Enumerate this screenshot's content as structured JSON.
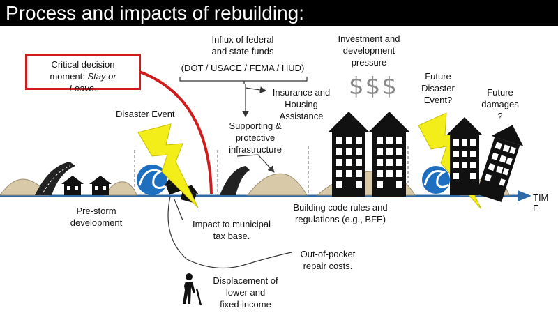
{
  "title": "Process and impacts of rebuilding:",
  "critical": {
    "line1": "Critical decision",
    "line2a": "moment: ",
    "line2b": "Stay or",
    "line3": "Leave."
  },
  "labels": {
    "disaster_event": "Disaster Event",
    "influx": [
      "Influx of federal",
      "and state funds"
    ],
    "agencies": "(DOT / USACE / FEMA / HUD)",
    "insurance": [
      "Insurance and",
      "Housing",
      "Assistance"
    ],
    "supporting": [
      "Supporting &",
      "protective",
      "infrastructure"
    ],
    "investment": [
      "Investment and",
      "development",
      "pressure"
    ],
    "dollars": "$$$",
    "future_disaster": [
      "Future",
      "Disaster",
      "Event?"
    ],
    "future_damages": [
      "Future",
      "damages",
      "?"
    ],
    "time": [
      "TIM",
      "E"
    ],
    "pre_storm": [
      "Pre-storm",
      "development"
    ],
    "impact_tax": [
      "Impact to municipal",
      "tax base."
    ],
    "building_code": [
      "Building code rules and",
      "regulations (e.g., BFE)"
    ],
    "out_of_pocket": [
      "Out-of-pocket",
      "repair costs."
    ],
    "displacement": [
      "Displacement of",
      "lower and",
      "fixed-income"
    ]
  },
  "colors": {
    "accent_red": "#d01c1c",
    "timeline_blue": "#2e6aa8",
    "lightning_yellow": "#f3ee1a",
    "sand": "#d8c9a8",
    "wave_blue": "#1f6fc0"
  }
}
